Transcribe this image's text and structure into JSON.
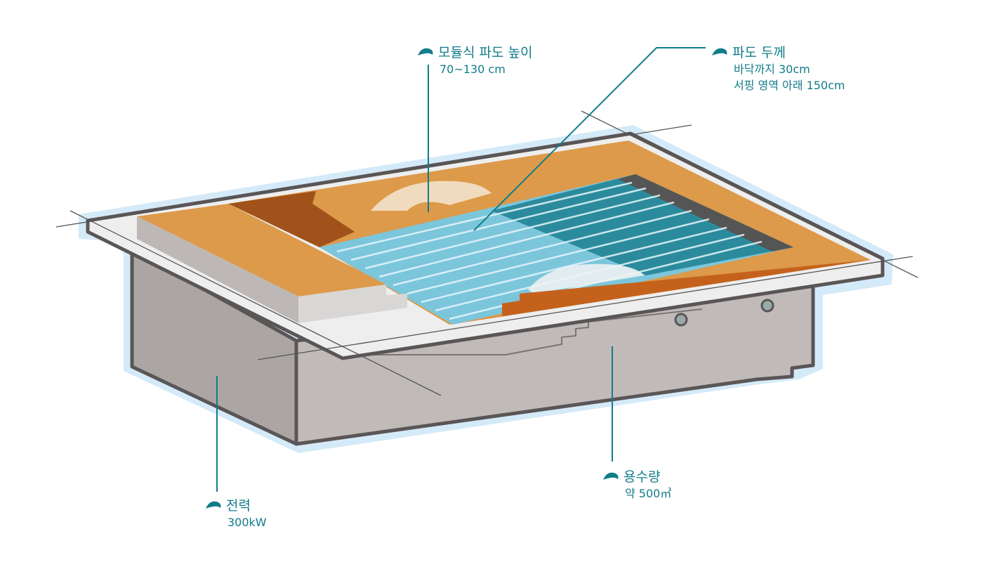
{
  "colors": {
    "accent": "#127c8a",
    "deck": "#dc9a4a",
    "water": "#7cc6dc",
    "concrete": "#b9b4b2",
    "halo": "#d5eaf8"
  },
  "labels": {
    "wave_height": {
      "title": "모듈식 파도 높이",
      "lines": [
        "70~130 cm"
      ]
    },
    "wave_depth": {
      "title": "파도 두께",
      "lines": [
        "바닥까지 30cm",
        "서핑 영역 아래 150cm"
      ]
    },
    "power": {
      "title": "전력",
      "lines": [
        "300kW"
      ]
    },
    "water_volume": {
      "title": "용수량",
      "lines": [
        "약 500㎥"
      ]
    }
  }
}
